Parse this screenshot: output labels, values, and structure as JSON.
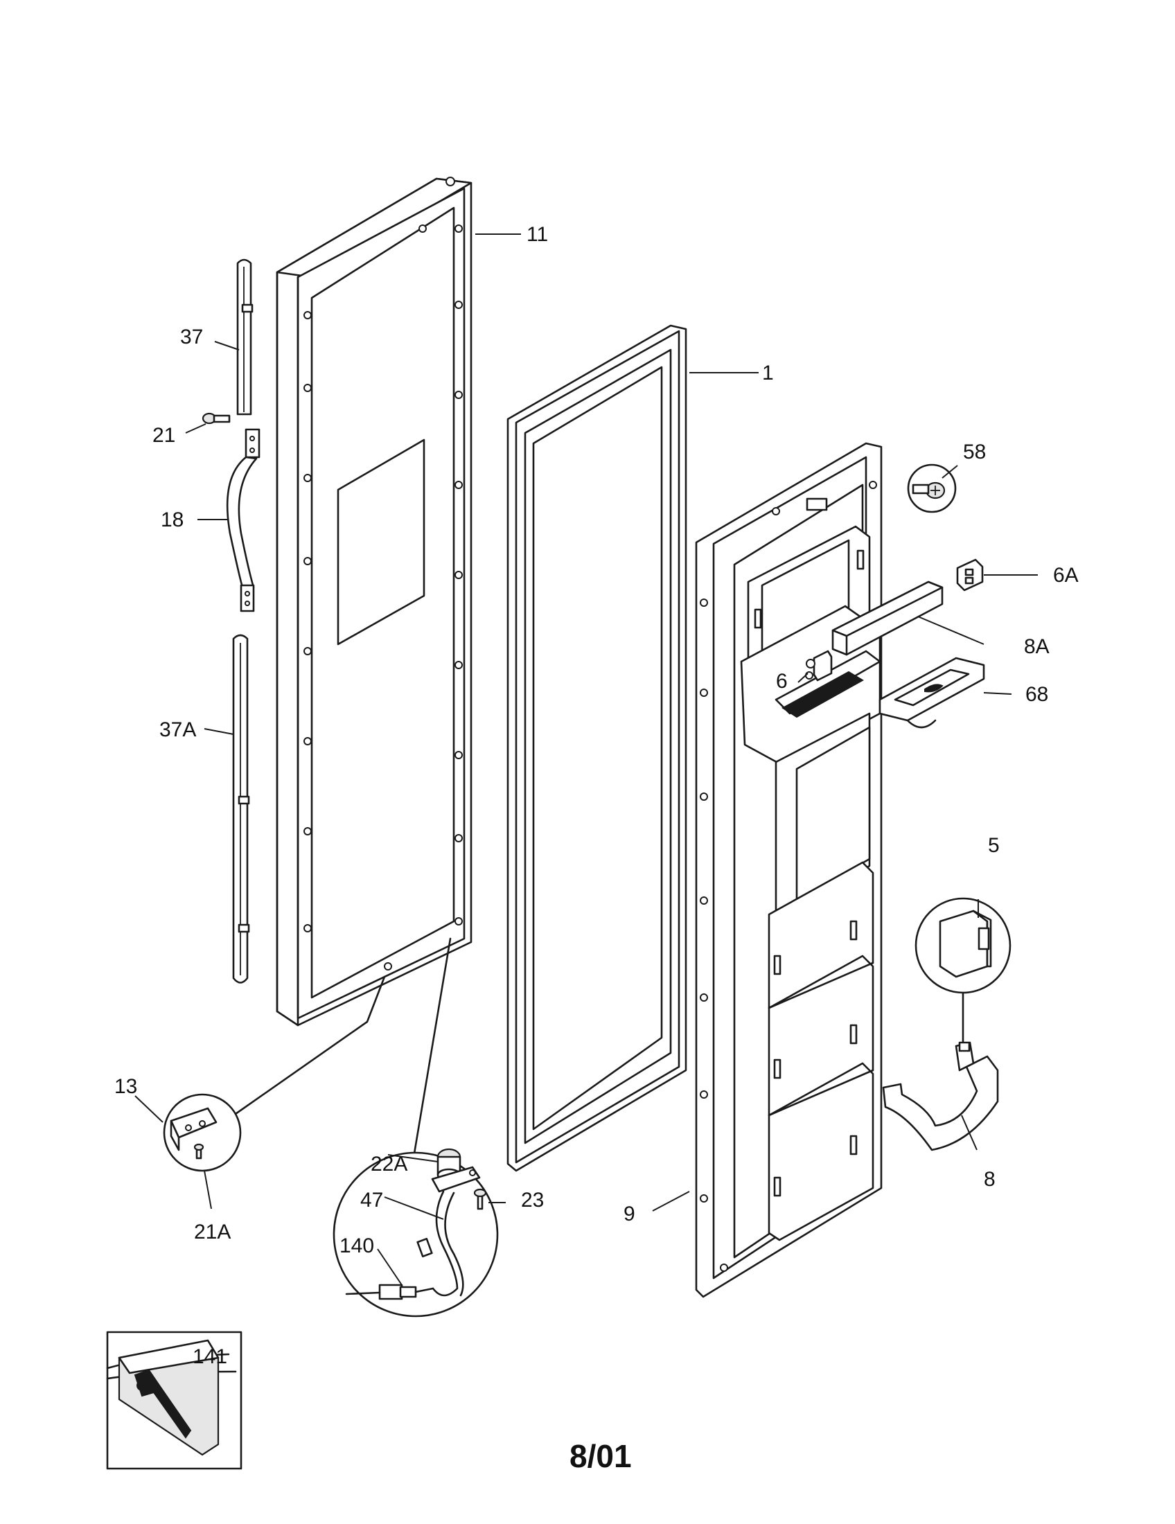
{
  "labels": {
    "p11": "11",
    "p37": "37",
    "p21": "21",
    "p18": "18",
    "p37a": "37A",
    "p13": "13",
    "p21a": "21A",
    "p1": "1",
    "p58": "58",
    "p6a": "6A",
    "p8a": "8A",
    "p6": "6",
    "p68": "68",
    "p5": "5",
    "p8": "8",
    "p9": "9",
    "p22a": "22A",
    "p23": "23",
    "p47": "47",
    "p140": "140",
    "p141": "141"
  },
  "footer": {
    "date": "8/01"
  }
}
